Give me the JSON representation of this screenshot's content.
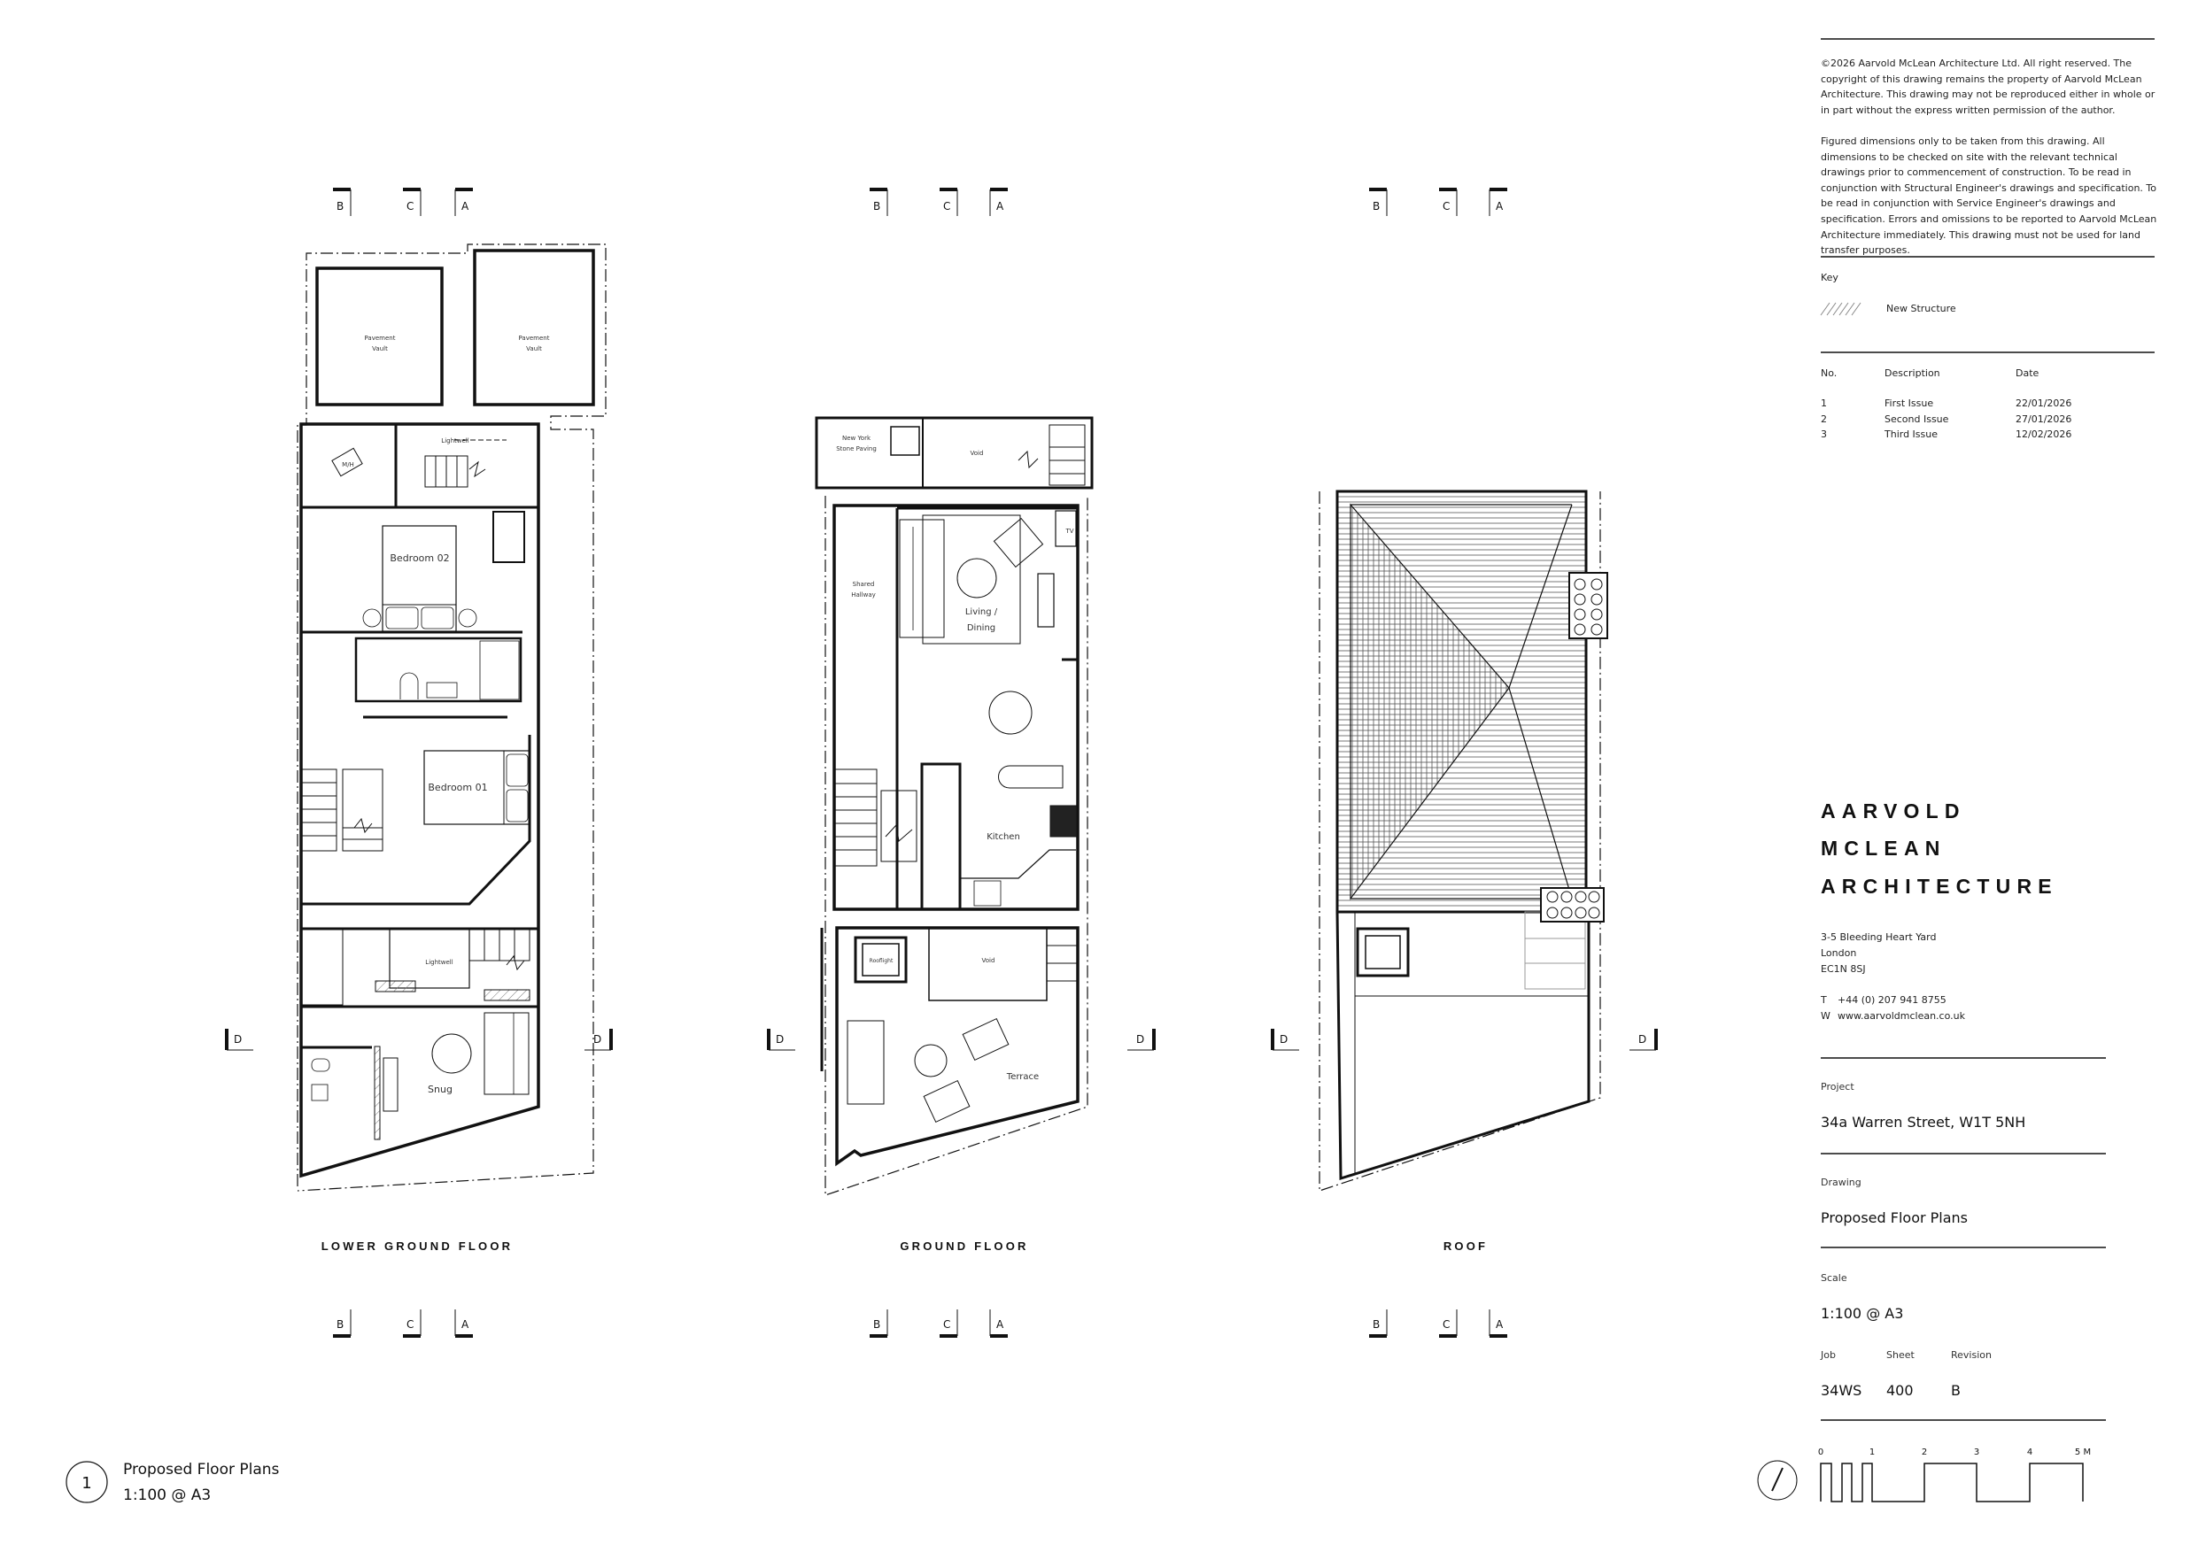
{
  "copyright": {
    "paragraph_1": "©2026 Aarvold McLean Architecture Ltd. All right reserved. The copyright of this drawing remains the property of Aarvold McLean Architecture. This drawing may not be reproduced either in whole or in part without the express written permission of the author.",
    "paragraph_2": "Figured dimensions only to be taken from this drawing. All dimensions to be checked on site with the relevant technical drawings prior to commencement of construction. To be read in conjunction with Structural Engineer's drawings and specification. To be read in conjunction with Service Engineer's drawings and specification. Errors and omissions to be reported to Aarvold McLean Architecture immediately. This drawing must not be used for land transfer purposes."
  },
  "key": {
    "title": "Key",
    "items": [
      {
        "label": "New Structure"
      }
    ]
  },
  "revisions": {
    "headers": {
      "no": "No.",
      "description": "Description",
      "date": "Date"
    },
    "rows": [
      {
        "no": "1",
        "description": "First Issue",
        "date": "22/01/2026"
      },
      {
        "no": "2",
        "description": "Second Issue",
        "date": "27/01/2026"
      },
      {
        "no": "3",
        "description": "Third Issue",
        "date": "12/02/2026"
      }
    ]
  },
  "practice": {
    "name_lines": [
      "AARVOLD",
      "MCLEAN",
      "ARCHITECTURE"
    ],
    "address": [
      "3-5 Bleeding Heart Yard",
      "London",
      "EC1N 8SJ"
    ],
    "phone_label": "T",
    "phone": "+44 (0) 207 941 8755",
    "web_label": "W",
    "web": "www.aarvoldmclean.co.uk"
  },
  "title_block": {
    "project_label": "Project",
    "project": "34a Warren Street, W1T 5NH",
    "drawing_label": "Drawing",
    "drawing": "Proposed Floor Plans",
    "scale_label": "Scale",
    "scale": "1:100 @ A3",
    "job_label": "Job",
    "job": "34WS",
    "sheet_label": "Sheet",
    "sheet": "400",
    "revision_label": "Revision",
    "revision": "B"
  },
  "scale_bar": {
    "ticks": [
      "0",
      "1",
      "2",
      "3",
      "4",
      "5 M"
    ]
  },
  "drawing_ref": {
    "number": "1",
    "title": "Proposed Floor Plans",
    "scale": "1:100 @ A3"
  },
  "section_markers": {
    "b": "B",
    "c": "C",
    "a": "A",
    "d": "D"
  },
  "plans": {
    "lower_ground": {
      "title": "LOWER GROUND FLOOR",
      "rooms": {
        "vault_1": [
          "Pavement",
          "Vault"
        ],
        "vault_2": [
          "Pavement",
          "Vault"
        ],
        "mh": "M/H",
        "lightwell_top": "Lightwell",
        "bedroom_02": "Bedroom 02",
        "bedroom_01": "Bedroom 01",
        "lightwell_bottom": "Lightwell",
        "snug": "Snug"
      }
    },
    "ground": {
      "title": "GROUND FLOOR",
      "rooms": {
        "paving": [
          "New York",
          "Stone Paving"
        ],
        "void_top": "Void",
        "hallway": [
          "Shared",
          "Hallway"
        ],
        "living": [
          "Living /",
          "Dining"
        ],
        "tv": "TV",
        "kitchen": "Kitchen",
        "rooflight": "Rooflight",
        "void_bottom": "Void",
        "terrace": "Terrace"
      }
    },
    "roof": {
      "title": "ROOF"
    }
  }
}
